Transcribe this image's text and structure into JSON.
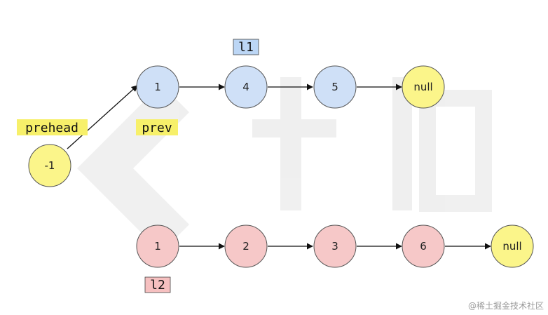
{
  "colors": {
    "blue_node": "#cfe0f7",
    "red_node": "#f6c8c8",
    "yellow_node": "#fbf58a",
    "node_stroke": "#555555",
    "tag_yellow": "#f7f06a",
    "tag_blue": "#bcd6f5",
    "tag_red": "#f6c0c0",
    "arrow": "#111111"
  },
  "nodes": {
    "dummy": "-1",
    "l1_n1": "1",
    "l1_n2": "4",
    "l1_n3": "5",
    "l1_null": "null",
    "l2_n1": "1",
    "l2_n2": "2",
    "l2_n3": "3",
    "l2_n4": "6",
    "l2_null": "null"
  },
  "tags": {
    "prehead": "prehead",
    "prev": "prev",
    "l1": "l1",
    "l2": "l2"
  },
  "watermark": {
    "credit": "@稀土掘金技术社区"
  }
}
